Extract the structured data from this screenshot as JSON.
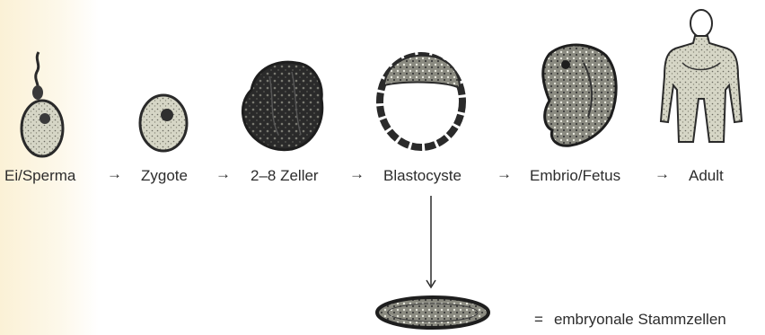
{
  "stages": [
    {
      "label": "Ei/Sperma"
    },
    {
      "label": "Zygote"
    },
    {
      "label": "2–8 Zeller"
    },
    {
      "label": "Blastocyste"
    },
    {
      "label": "Embrio/Fetus"
    },
    {
      "label": "Adult"
    }
  ],
  "arrow": "→",
  "stem_cells": {
    "symbol": "=",
    "label": "embryonale Stammzellen"
  }
}
